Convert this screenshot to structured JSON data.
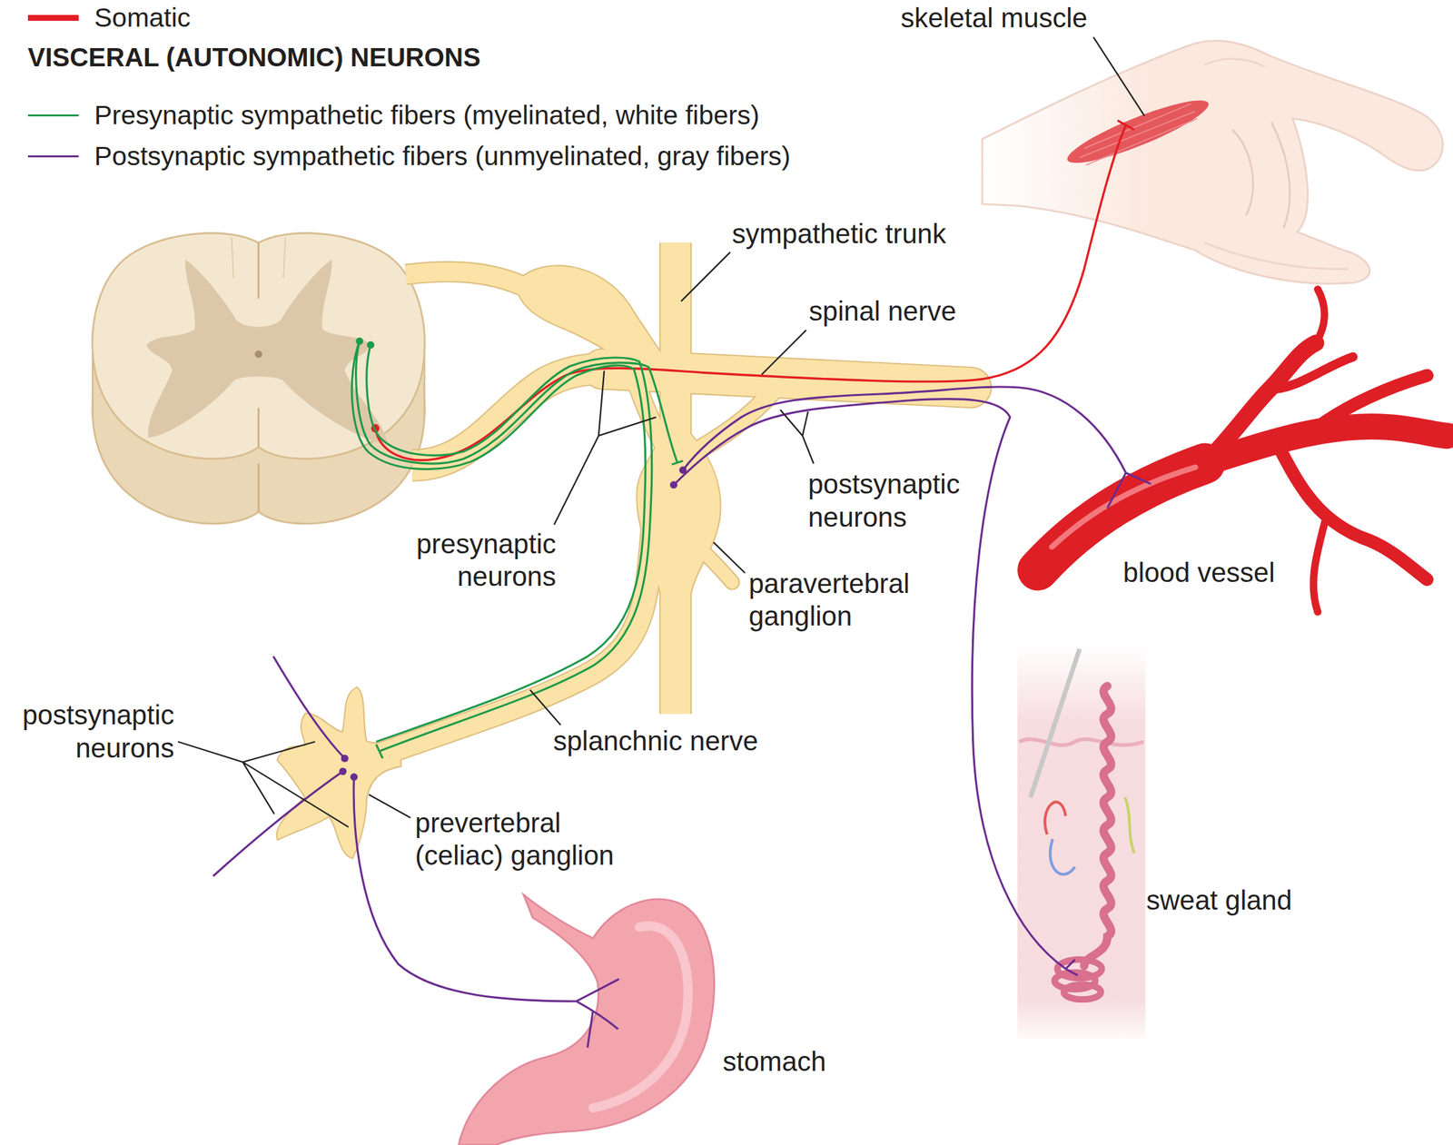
{
  "diagram": {
    "labels": [
      "VISCERAL (AUTONOMIC) NEURONS",
      "skeletal muscle",
      "sympathetic trunk",
      "spinal nerve",
      "presynaptic neurons",
      "postsynaptic neurons",
      "paravertebral ganglion",
      "blood vessel",
      "splanchnic nerve",
      "postsynaptic neurons",
      "prevertebral (celiac) ganglion",
      "sweat gland",
      "stomach"
    ],
    "legend": [
      {
        "text": "Somatic",
        "color": "#e31e24"
      },
      {
        "text": "Presynaptic sympathetic fibers (myelinated, white fibers)"
      },
      {
        "text": "Postsynaptic sympathetic fibers (unmyelinated, gray fibers)"
      }
    ]
  }
}
